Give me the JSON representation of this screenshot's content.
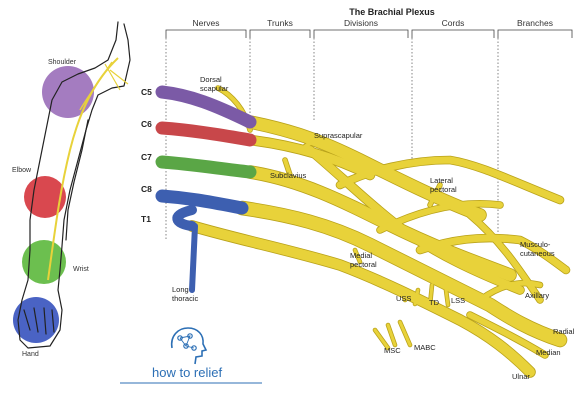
{
  "title": "The Brachial Plexus",
  "columns": [
    "Nerves",
    "Trunks",
    "Divisions",
    "Cords",
    "Branches"
  ],
  "roots": [
    "C5",
    "C6",
    "C7",
    "C8",
    "T1"
  ],
  "root_colors": {
    "C5": "#7b5aa6",
    "C6": "#c8474a",
    "C7": "#5aa646",
    "C8": "#3d5fb0",
    "T1": "#3d5fb0"
  },
  "body_regions": {
    "shoulder": {
      "label": "Shoulder",
      "color": "#a47cc0"
    },
    "elbow": {
      "label": "Elbow",
      "color": "#d9484f"
    },
    "wrist": {
      "label": "Wrist",
      "color": "#6cbf4f"
    },
    "hand": {
      "label": "Hand",
      "color": "#4a63c4"
    }
  },
  "nerve_labels": {
    "dorsal_scapular": "Dorsal\nscapular",
    "suprascapular": "Suprascapular",
    "subclavius": "Subclavius",
    "lateral_pectoral": "Lateral\npectoral",
    "musculocutaneous": "Musculo-\ncutaneous",
    "medial_pectoral": "Medial\npectoral",
    "long_thoracic": "Long\nthoracic",
    "uss": "USS",
    "td": "TD",
    "lss": "LSS",
    "axillary": "Axillary",
    "radial": "Radial",
    "median": "Median",
    "ulnar": "Ulnar",
    "msc": "MSC",
    "mabc": "MABC"
  },
  "logo": {
    "text": "how to relief",
    "color": "#2c6fb5"
  },
  "nerve_color": "#e8d23a"
}
